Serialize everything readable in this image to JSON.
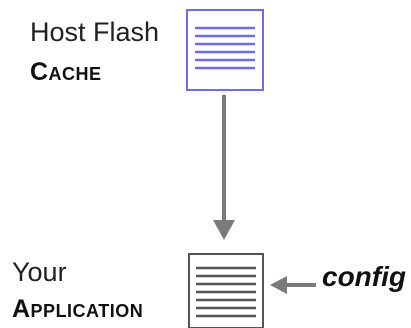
{
  "diagram": {
    "source": {
      "line1": "Host Flash",
      "line2": "Cache"
    },
    "target": {
      "line1": "Your",
      "line2": "Application"
    },
    "input_label": "config"
  },
  "colors": {
    "source_doc_border": "#6f6af0",
    "source_doc_lines": "#6f6af0",
    "target_doc_border": "#555555",
    "target_doc_lines": "#555555",
    "arrow": "#7a7a7a"
  },
  "icons": {
    "source_doc": "document-icon",
    "target_doc": "document-icon",
    "flow_arrow": "arrow-down-icon",
    "config_arrow": "arrow-left-icon"
  }
}
